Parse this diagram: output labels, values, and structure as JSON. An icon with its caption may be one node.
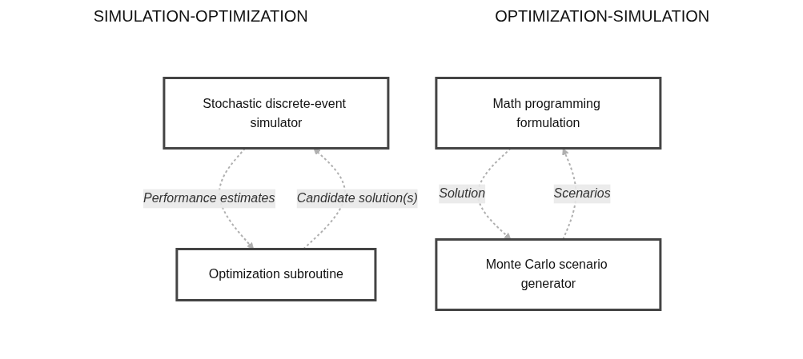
{
  "diagram": {
    "nodes": [
      {
        "text": [
          "Stochastic discrete-event simulator"
        ]
      },
      {
        "text": [
          "Optimization subroutine"
        ]
      },
      {
        "text": [
          "Math programming formulation"
        ]
      },
      {
        "text": [
          "Monte Carlo scenario generator"
        ]
      }
    ],
    "edges": [
      {
        "from": 1,
        "to": 0,
        "arrow": "to",
        "label": "Candidate solution(s)",
        "style": "dashed"
      },
      {
        "from": 0,
        "to": 1,
        "arrow": "to",
        "label": "Performance estimates",
        "style": "dashed"
      },
      {
        "from": 3,
        "to": 2,
        "arrow": "to",
        "label": "Scenarios",
        "style": "dashed"
      },
      {
        "from": 2,
        "to": 3,
        "arrow": "to",
        "label": "Solution",
        "style": "dashed"
      }
    ],
    "labels": [
      "SIMULATION-OPTIMIZATION",
      "OPTIMIZATION-SIMULATION"
    ]
  }
}
